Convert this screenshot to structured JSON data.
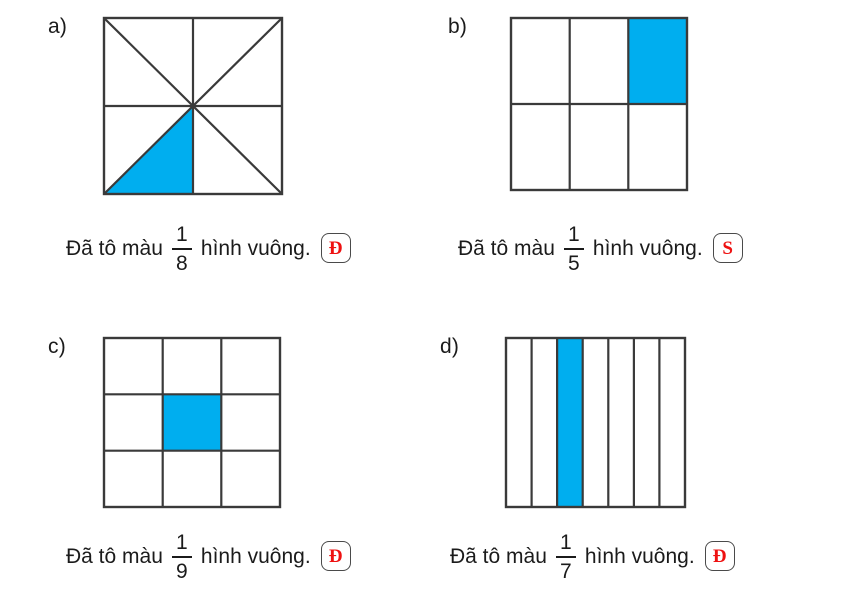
{
  "worksheet": {
    "caption_prefix": "Đã tô màu",
    "caption_suffix": "hình vuông.",
    "colors": {
      "shaded_fill": "#00AEEF",
      "line": "#3a3a3a",
      "badge_text": "#ee1111",
      "badge_border": "#4a4a4a",
      "text": "#1b1b1b",
      "background": "#ffffff"
    },
    "panels": [
      {
        "id": "a",
        "label": "a)",
        "figure": {
          "name": "square-divided-into-eighths-by-diagonals-and-midlines",
          "shape": "square",
          "partitions": 8,
          "partition_style": "diagonals-and-midlines",
          "shaded_count": 1,
          "shaded_description": "bottom-left triangle adjacent to bottom edge, left of vertical midline"
        },
        "fraction": {
          "numerator": "1",
          "denominator": "8"
        },
        "caption_prefix": "Đã tô màu",
        "caption_suffix": "hình vuông.",
        "badge": "Đ"
      },
      {
        "id": "b",
        "label": "b)",
        "figure": {
          "name": "square-grid-3-columns-2-rows",
          "shape": "square",
          "columns": 3,
          "rows": 2,
          "partitions": 6,
          "partition_style": "grid",
          "shaded_count": 1,
          "shaded_cells": [
            {
              "row": 1,
              "col": 3
            }
          ],
          "shaded_description": "top-right cell"
        },
        "fraction": {
          "numerator": "1",
          "denominator": "5"
        },
        "caption_prefix": "Đã tô màu",
        "caption_suffix": "hình vuông.",
        "badge": "S"
      },
      {
        "id": "c",
        "label": "c)",
        "figure": {
          "name": "square-grid-3-by-3",
          "shape": "square",
          "columns": 3,
          "rows": 3,
          "partitions": 9,
          "partition_style": "grid",
          "shaded_count": 1,
          "shaded_cells": [
            {
              "row": 2,
              "col": 2
            }
          ],
          "shaded_description": "center cell"
        },
        "fraction": {
          "numerator": "1",
          "denominator": "9"
        },
        "caption_prefix": "Đã tô màu",
        "caption_suffix": "hình vuông.",
        "badge": "Đ"
      },
      {
        "id": "d",
        "label": "d)",
        "figure": {
          "name": "square-divided-into-seven-vertical-strips",
          "shape": "square",
          "columns": 7,
          "rows": 1,
          "partitions": 7,
          "partition_style": "vertical-strips",
          "shaded_count": 1,
          "shaded_cells": [
            {
              "row": 1,
              "col": 3
            }
          ],
          "shaded_description": "third strip from the left"
        },
        "fraction": {
          "numerator": "1",
          "denominator": "7"
        },
        "caption_prefix": "Đã tô màu",
        "caption_suffix": "hình vuông.",
        "badge": "Đ"
      }
    ]
  }
}
